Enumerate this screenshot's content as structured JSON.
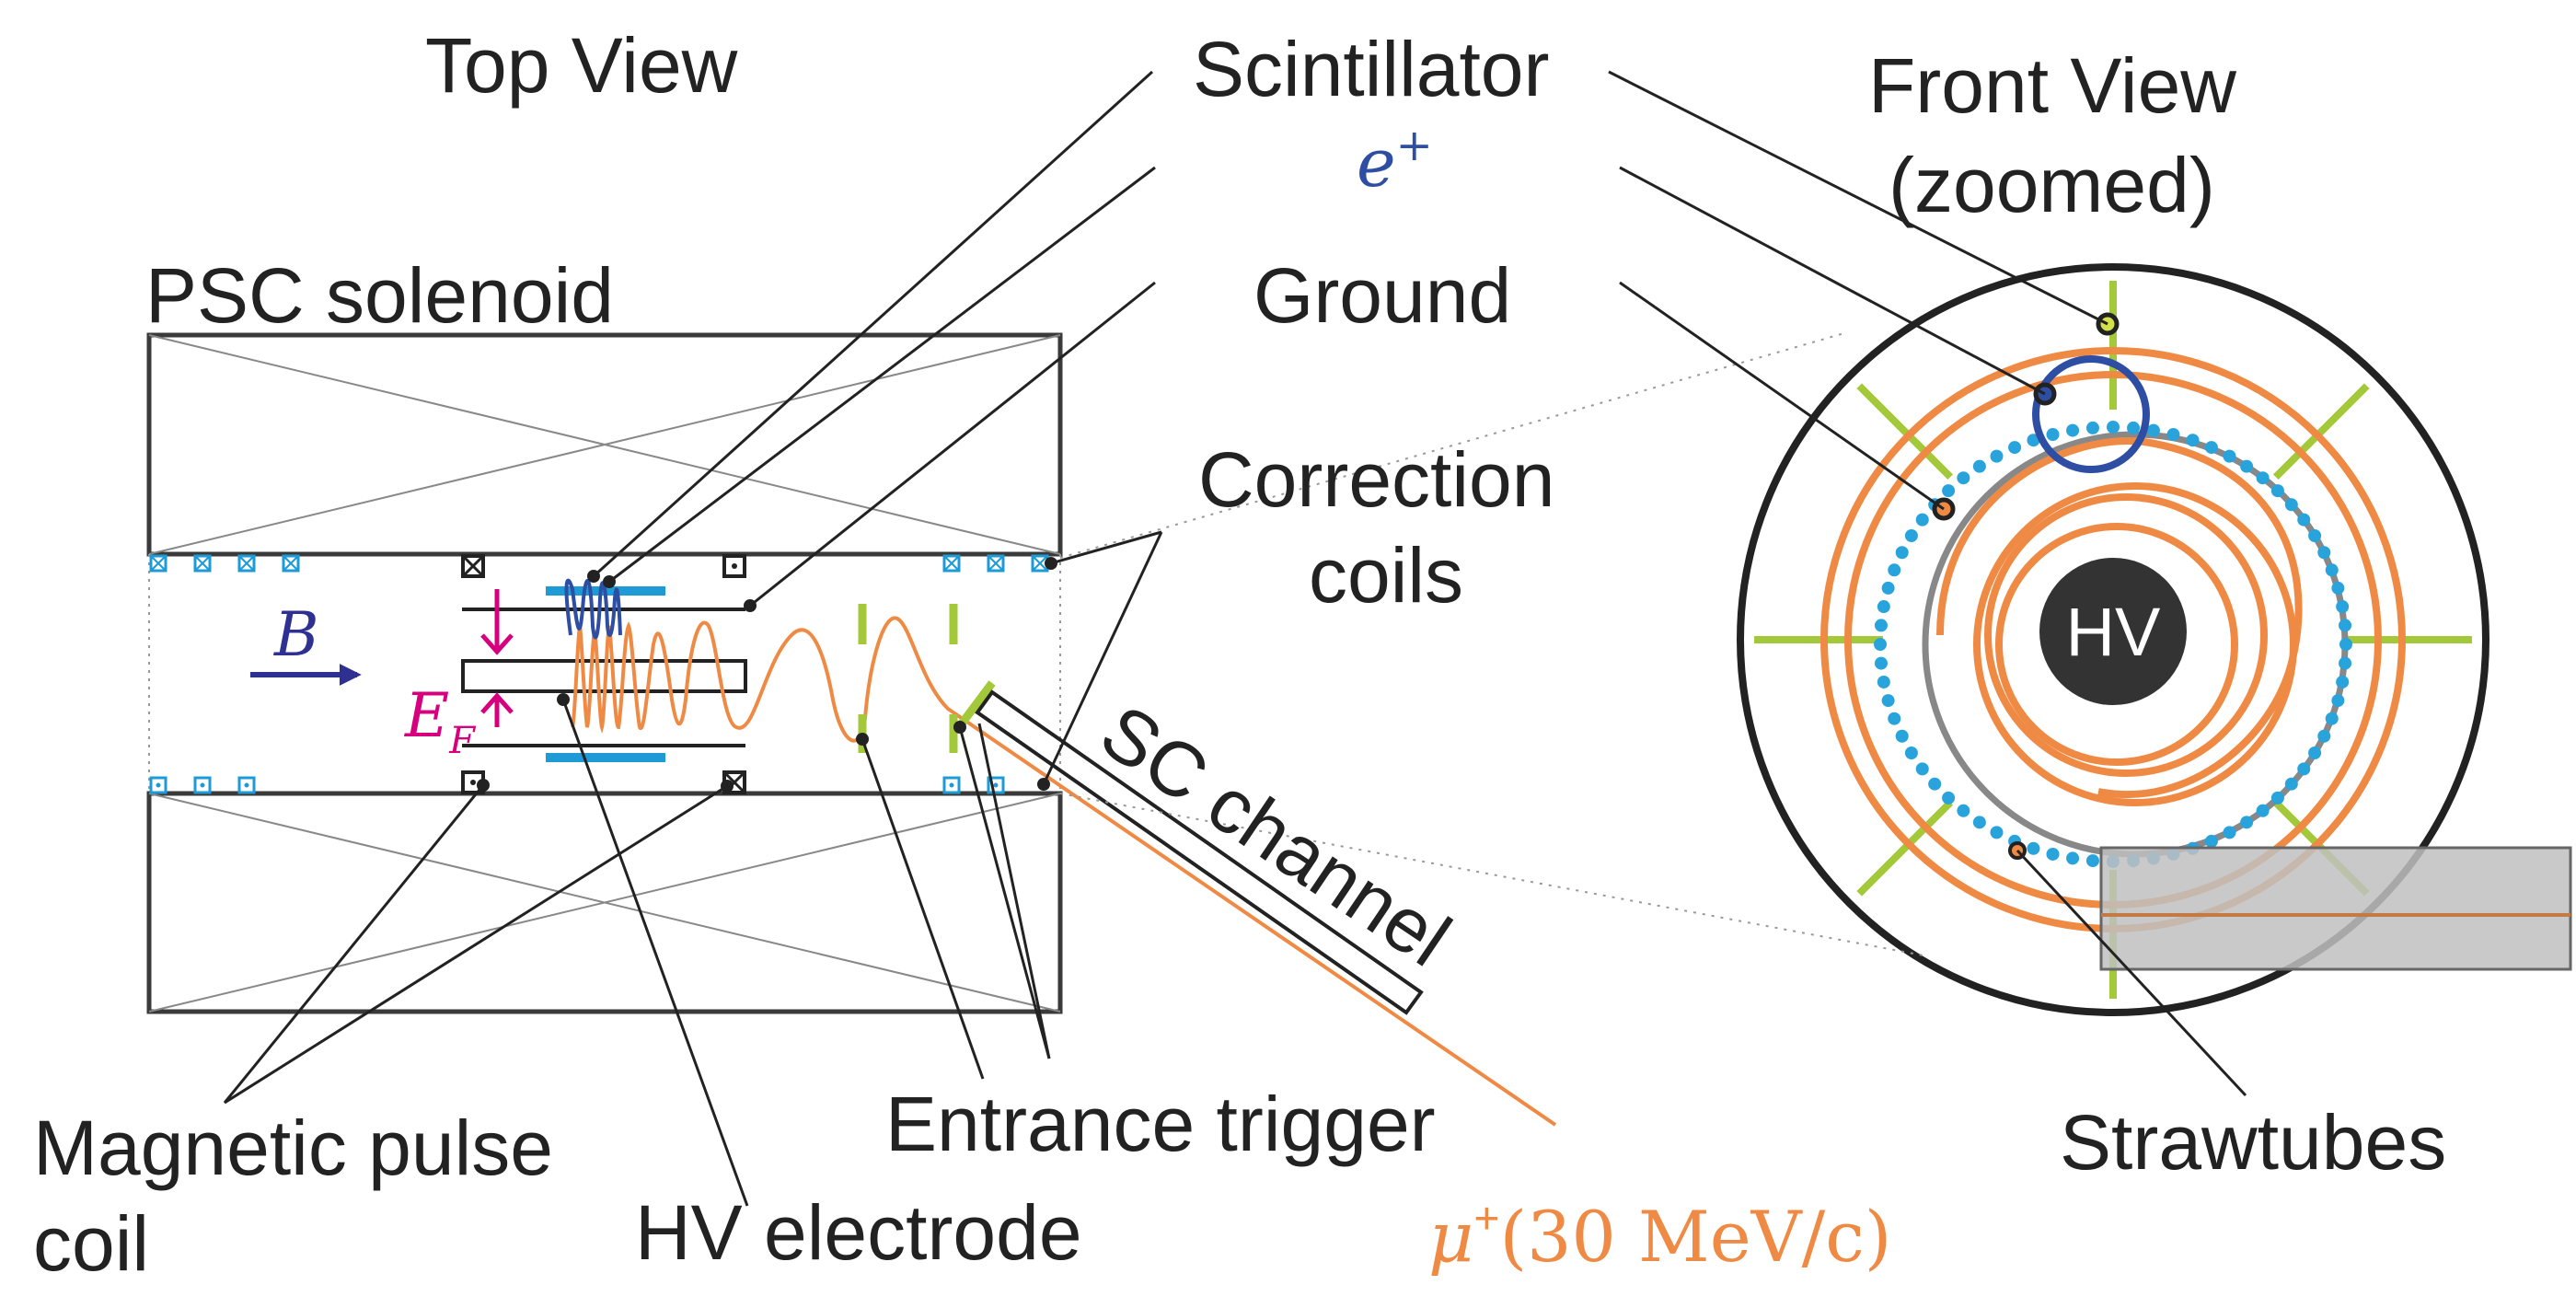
{
  "labels": {
    "top_view": "Top View",
    "front_view_line1": "Front View",
    "front_view_line2": "(zoomed)",
    "psc_solenoid": "PSC solenoid",
    "scintillator": "Scintillator",
    "positron": "e",
    "positron_sup": "+",
    "ground": "Ground",
    "correction_line1": "Correction",
    "correction_line2": "coils",
    "b_field": "B",
    "e_field": "E",
    "e_field_sub": "F",
    "sc_channel": "SC channel",
    "hv_center": "HV",
    "magnetic_pulse_line1": "Magnetic pulse",
    "magnetic_pulse_line2": "coil",
    "hv_electrode": "HV electrode",
    "entrance_trigger": "Entrance trigger",
    "muon": "μ",
    "muon_sup": "+",
    "muon_momentum": "(30 MeV/c)",
    "strawtubes": "Strawtubes"
  },
  "colors": {
    "outline": "#3a3a3a",
    "scintillator": "#1e9bd7",
    "muon_track": "#ef8a45",
    "positron_track": "#2d4ea3",
    "field_arrow": "#d6007f",
    "b_arrow": "#2e3192",
    "trigger": "#a3c93a",
    "hv_disk": "#333333",
    "straw": "#29a3dc",
    "channel_box": "#c9c9c9"
  }
}
